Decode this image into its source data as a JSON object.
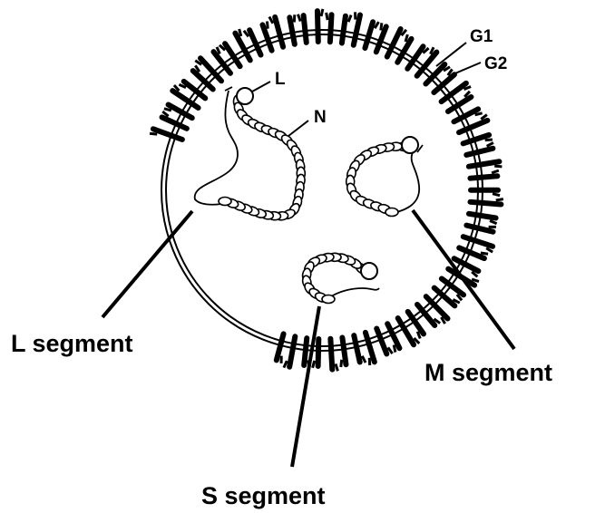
{
  "labels": {
    "g1": "G1",
    "g2": "G2",
    "l_protein": "L",
    "n_protein": "N",
    "l_segment": "L segment",
    "m_segment": "M segment",
    "s_segment": "S segment"
  },
  "colors": {
    "ink": "#000000",
    "background": "#ffffff"
  }
}
